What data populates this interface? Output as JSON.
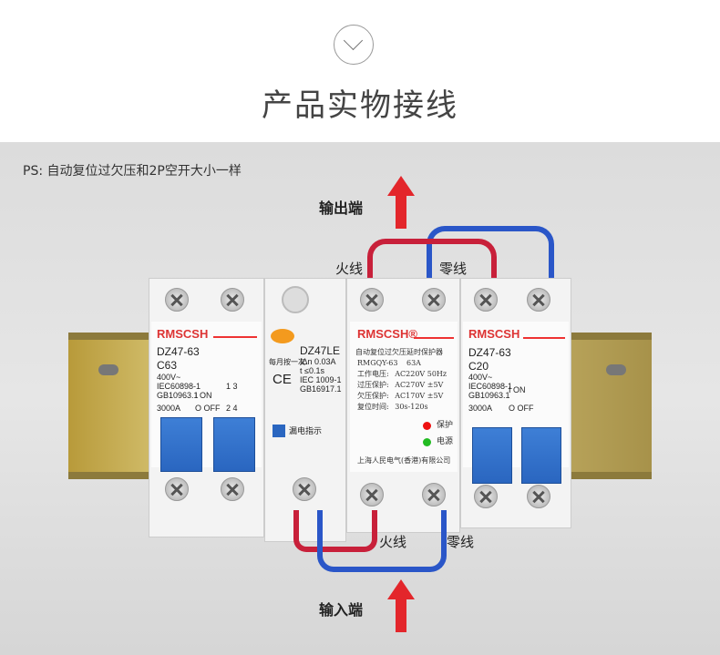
{
  "header": {
    "title": "产品实物接线",
    "chevron_icon": "chevron-down-icon"
  },
  "note": "PS: 自动复位过欠压和2P空开大小一样",
  "labels": {
    "output": "输出端",
    "input": "输入端",
    "live_top": "火线",
    "neutral_top": "零线",
    "live_bottom": "火线",
    "neutral_bottom": "零线"
  },
  "colors": {
    "arrow": "#e3262b",
    "live_wire": "#c8203a",
    "neutral_wire": "#2a56c8",
    "handle": "#3a7bd5"
  },
  "breaker1": {
    "brand": "RMSCSH",
    "model": "DZ47-63",
    "rating": "C63",
    "voltage": "400V~",
    "std1": "IEC60898-1",
    "std2": "GB10963.1",
    "capacity": "3000A",
    "on": "I ON",
    "off": "O OFF",
    "terminals": "1 3",
    "terminals2": "2 4"
  },
  "rcd": {
    "model": "DZ47LE",
    "test_note": "每月按一次",
    "ce": "CE",
    "idn": "IΔn 0.03A",
    "time": "t ≤0.1s",
    "std1": "IEC 1009-1",
    "std2": "GB16917.1",
    "leak": "漏电指示"
  },
  "protector": {
    "brand": "RMSCSH®",
    "name": "自动复位过欠压延时保护器",
    "model": "RMGQY-63",
    "current": "63A",
    "specs": [
      {
        "k": "工作电压:",
        "v": "AC220V  50Hz"
      },
      {
        "k": "过压保护:",
        "v": "AC270V  ±5V"
      },
      {
        "k": "欠压保护:",
        "v": "AC170V  ±5V"
      },
      {
        "k": "复位时间:",
        "v": "30s-120s"
      }
    ],
    "protect": "保护",
    "power": "电源",
    "maker": "上海人民电气(香港)有限公司"
  },
  "breaker2": {
    "brand": "RMSCSH",
    "model": "DZ47-63",
    "rating": "C20",
    "voltage": "400V~",
    "std1": "IEC60898-1",
    "std2": "GB10963.1",
    "capacity": "3000A",
    "on": "I ON",
    "off": "O OFF"
  }
}
